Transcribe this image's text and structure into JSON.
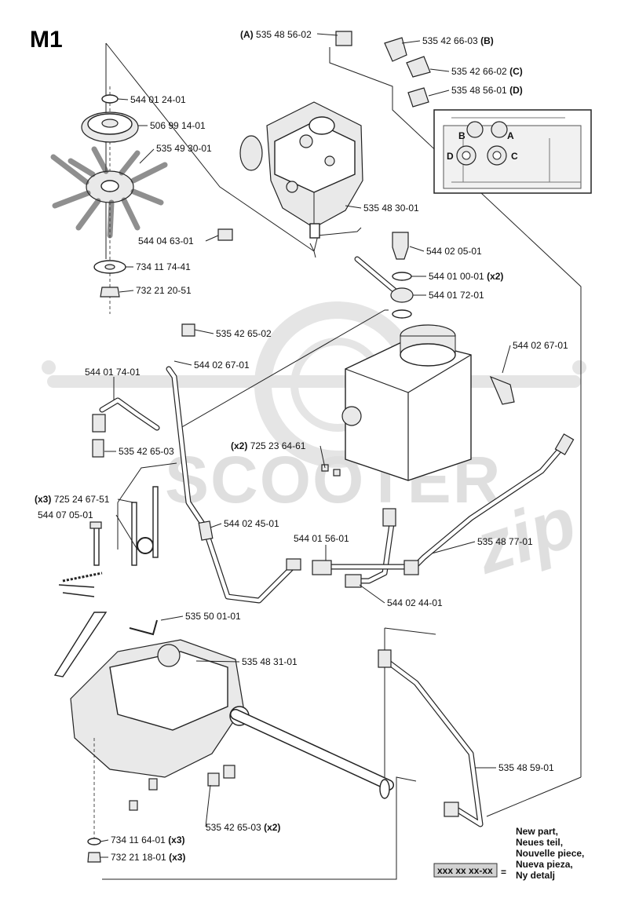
{
  "page_id": "M1",
  "watermark": {
    "main": "SCOOTER",
    "script": "zip"
  },
  "inset": {
    "ports": [
      "A",
      "B",
      "C",
      "D"
    ]
  },
  "parts": [
    {
      "prefix": "(A)",
      "number": "535 48 56-02",
      "suffix": ""
    },
    {
      "prefix": "",
      "number": "535 42 66-03",
      "suffix": "(B)"
    },
    {
      "prefix": "",
      "number": "535 42 66-02",
      "suffix": "(C)"
    },
    {
      "prefix": "",
      "number": "535 48 56-01",
      "suffix": "(D)"
    },
    {
      "prefix": "",
      "number": "544 01 24-01",
      "suffix": ""
    },
    {
      "prefix": "",
      "number": "506 99 14-01",
      "suffix": ""
    },
    {
      "prefix": "",
      "number": "535 49 30-01",
      "suffix": ""
    },
    {
      "prefix": "",
      "number": "535 48 30-01",
      "suffix": ""
    },
    {
      "prefix": "",
      "number": "544 04 63-01",
      "suffix": ""
    },
    {
      "prefix": "",
      "number": "544 02 05-01",
      "suffix": ""
    },
    {
      "prefix": "",
      "number": "544 01 00-01",
      "suffix": "(x2)"
    },
    {
      "prefix": "",
      "number": "544 01 72-01",
      "suffix": ""
    },
    {
      "prefix": "",
      "number": "734 11 74-41",
      "suffix": ""
    },
    {
      "prefix": "",
      "number": "732 21 20-51",
      "suffix": ""
    },
    {
      "prefix": "",
      "number": "535 42 65-02",
      "suffix": ""
    },
    {
      "prefix": "",
      "number": "544 02 67-01",
      "suffix": ""
    },
    {
      "prefix": "",
      "number": "544 02 67-01",
      "suffix": ""
    },
    {
      "prefix": "",
      "number": "544 01 74-01",
      "suffix": ""
    },
    {
      "prefix": "",
      "number": "535 42 65-03",
      "suffix": ""
    },
    {
      "prefix": "(x2)",
      "number": "725 23 64-61",
      "suffix": ""
    },
    {
      "prefix": "(x3)",
      "number": "725 24 67-51",
      "suffix": ""
    },
    {
      "prefix": "",
      "number": "544 07 05-01",
      "suffix": ""
    },
    {
      "prefix": "",
      "number": "544 02 45-01",
      "suffix": ""
    },
    {
      "prefix": "",
      "number": "544 01 56-01",
      "suffix": ""
    },
    {
      "prefix": "",
      "number": "535 48 77-01",
      "suffix": ""
    },
    {
      "prefix": "",
      "number": "544 02 44-01",
      "suffix": ""
    },
    {
      "prefix": "",
      "number": "535 50 01-01",
      "suffix": ""
    },
    {
      "prefix": "",
      "number": "535 48 31-01",
      "suffix": ""
    },
    {
      "prefix": "",
      "number": "535 48 59-01",
      "suffix": ""
    },
    {
      "prefix": "",
      "number": "535 42 65-03",
      "suffix": "(x2)"
    },
    {
      "prefix": "",
      "number": "734 11 64-01",
      "suffix": "(x3)"
    },
    {
      "prefix": "",
      "number": "732 21 18-01",
      "suffix": "(x3)"
    }
  ],
  "legend": {
    "lines": [
      "New part,",
      "Neues teil,",
      "Nouvelle piece,",
      "Nueva pieza,",
      "Ny detalj"
    ],
    "box_text": "xxx xx xx-xx",
    "equals": "="
  }
}
